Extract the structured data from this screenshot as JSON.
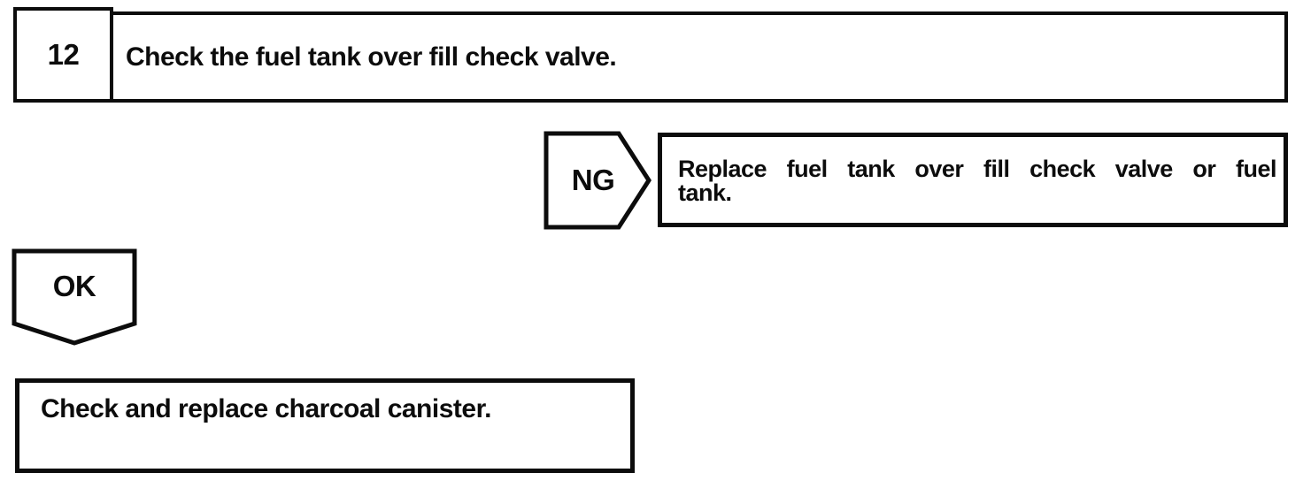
{
  "colors": {
    "ink": "#0c0c0c",
    "paper": "#ffffff"
  },
  "flow": {
    "step": {
      "number": "12",
      "title": "Check the fuel tank over fill check valve."
    },
    "ng": {
      "label": "NG",
      "action_lines": [
        "Replace fuel tank over fill check valve or fuel",
        "tank."
      ]
    },
    "ok": {
      "label": "OK",
      "action": "Check and replace charcoal canister."
    }
  }
}
